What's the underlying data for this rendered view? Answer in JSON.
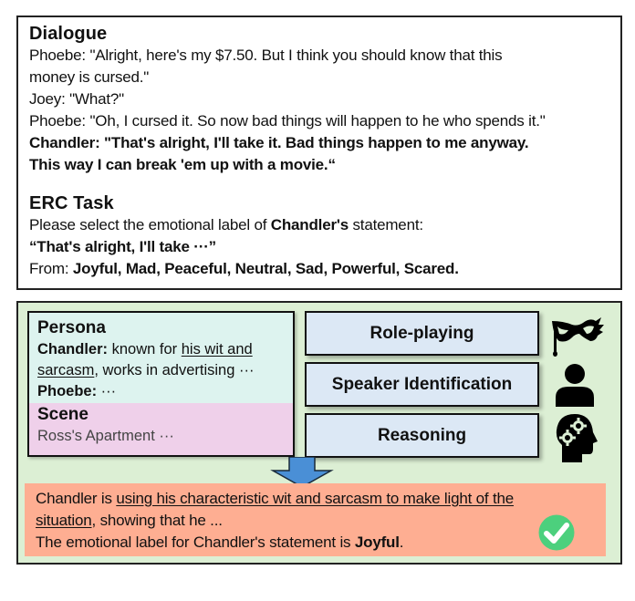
{
  "dialogue": {
    "heading": "Dialogue",
    "lines": [
      {
        "text": "Phoebe: \"Alright, here's my $7.50. But I think you should know that this"
      },
      {
        "text": "money is cursed.\""
      },
      {
        "text": "Joey: \"What?\""
      },
      {
        "text": "Phoebe: \"Oh, I cursed it. So now bad things will happen to he who spends it.\""
      },
      {
        "text": "Chandler: \"That's alright, I'll take it. Bad things happen to me anyway."
      },
      {
        "text": "This way I can break 'em up with a movie.“"
      }
    ]
  },
  "erc_task": {
    "heading": "ERC Task",
    "prompt_prefix": "Please select the emotional label of ",
    "prompt_speaker": "Chandler's",
    "prompt_suffix": " statement:",
    "quote": "“That's alright, I'll take ···”",
    "from_label": "From: ",
    "options": "Joyful, Mad, Peaceful, Neutral, Sad, Powerful, Scared."
  },
  "persona": {
    "heading": "Persona",
    "chandler_label": "Chandler:",
    "chandler_pre": " known for ",
    "chandler_underline_1": "his wit and",
    "chandler_underline_2": "sarcasm",
    "chandler_post": ", works in advertising ···",
    "phoebe_label": "Phoebe:",
    "phoebe_text": " ···"
  },
  "scene": {
    "heading": "Scene",
    "text": "Ross's Apartment ···"
  },
  "tasks": [
    {
      "label": "Role-playing",
      "icon": "mask-icon"
    },
    {
      "label": "Speaker Identification",
      "icon": "person-icon"
    },
    {
      "label": "Reasoning",
      "icon": "head-gears-icon"
    }
  ],
  "result": {
    "line1_pre": "Chandler is ",
    "line1_underline": "using his characteristic wit and sarcasm to make light of the",
    "line2_underline": "situation",
    "line2_post": ", showing that he ...",
    "line3_pre": "The emotional label for Chandler's statement is ",
    "line3_answer": "Joyful",
    "line3_post": ".",
    "status_icon": "check-circle-icon"
  },
  "colors": {
    "outer_green": "#dcefd4",
    "persona_bg": "#ddf3ef",
    "scene_bg": "#efd0ea",
    "task_bg": "#dce8f5",
    "result_bg": "#feae92",
    "arrow": "#4a8fd6",
    "check": "#4cd07d"
  }
}
